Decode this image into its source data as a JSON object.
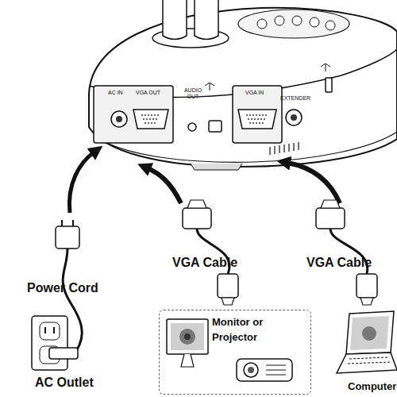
{
  "diagram": {
    "nodes": [
      {
        "text": [
          "Monitor or Projector"
        ]
      }
    ],
    "labels": [
      "AC IN",
      "VGA OUT",
      "AUDIO OUT",
      "VGA IN",
      "EXTENDER",
      "Power Cord",
      "VGA Cable",
      "VGA Cable",
      "Computer",
      "AC Outlet"
    ]
  }
}
